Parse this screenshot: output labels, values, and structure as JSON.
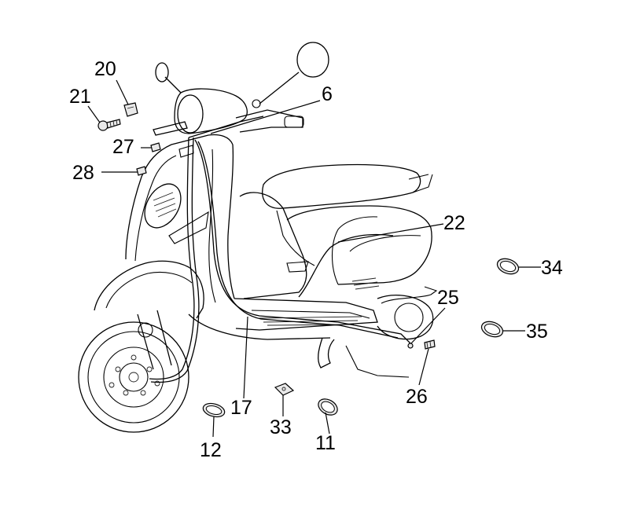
{
  "colors": {
    "background": "#ffffff",
    "ink": "#000000",
    "part_fill": "#e9e9e9"
  },
  "labels": {
    "p6": "6",
    "p11": "11",
    "p12": "12",
    "p17": "17",
    "p20": "20",
    "p21": "21",
    "p22": "22",
    "p25": "25",
    "p26": "26",
    "p27": "27",
    "p28": "28",
    "p33": "33",
    "p34": "34",
    "p35": "35"
  }
}
